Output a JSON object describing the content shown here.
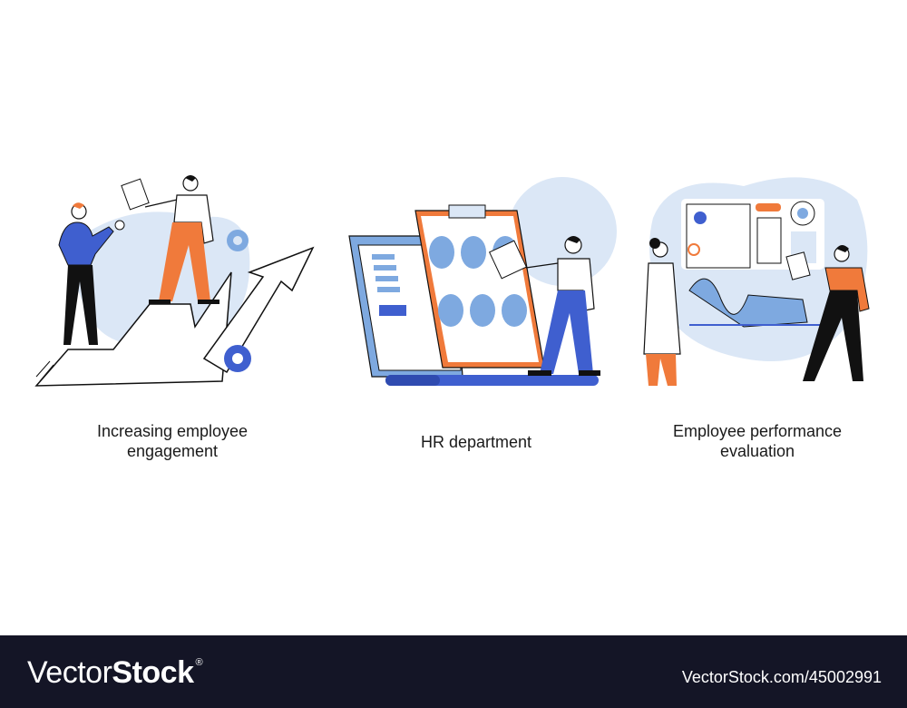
{
  "illustrations": [
    {
      "title": "Increasing employee engagement",
      "line1": "Increasing employee",
      "line2": "engagement"
    },
    {
      "title": "HR department",
      "line1": "HR department"
    },
    {
      "title": "Employee performance evaluation",
      "line1": "Employee performance",
      "line2": "evaluation"
    }
  ],
  "footer": {
    "brand_light": "Vector",
    "brand_bold": "Stock",
    "brand_mark": "®",
    "image_id": "VectorStock.com/45002991"
  },
  "colors": {
    "blue": "#3f5fcf",
    "light_blue": "#dbe7f6",
    "mid_blue": "#7ea9e0",
    "orange": "#f07a3b",
    "black": "#111111",
    "footer_bg": "#141526"
  }
}
